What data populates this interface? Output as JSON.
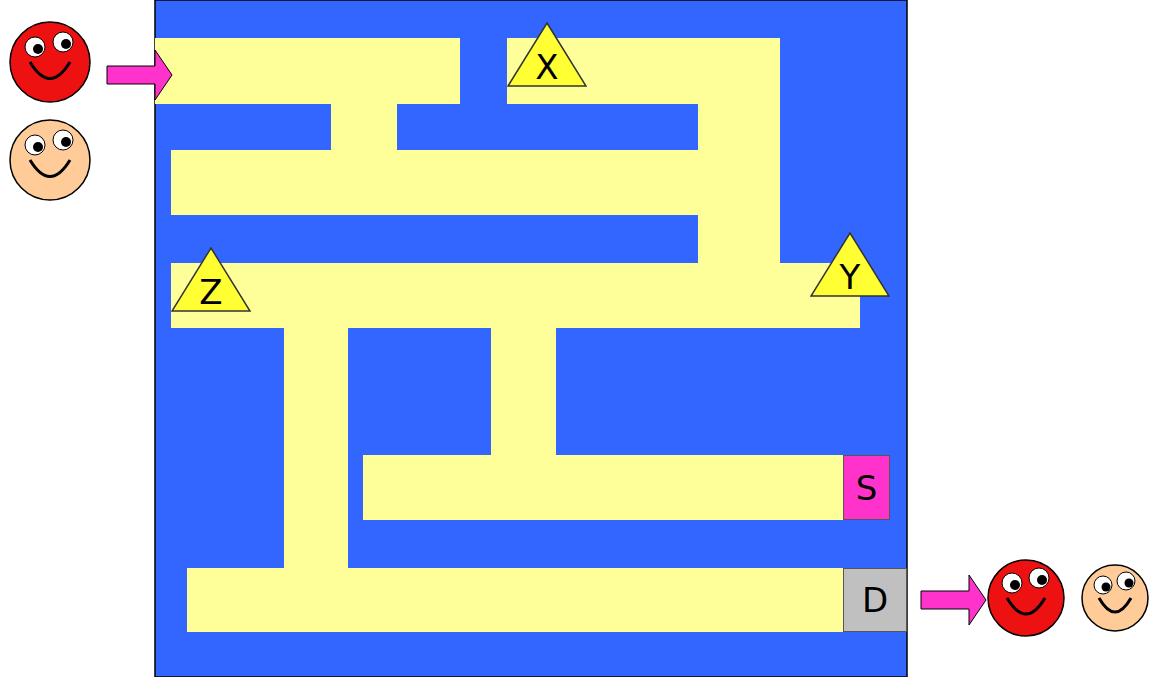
{
  "diagram": {
    "nodes": [
      {
        "text": [
          "X"
        ]
      },
      {
        "text": [
          "Y"
        ]
      },
      {
        "text": [
          "Z"
        ]
      },
      {
        "text": [
          "S"
        ]
      },
      {
        "text": [
          "D"
        ]
      }
    ]
  }
}
